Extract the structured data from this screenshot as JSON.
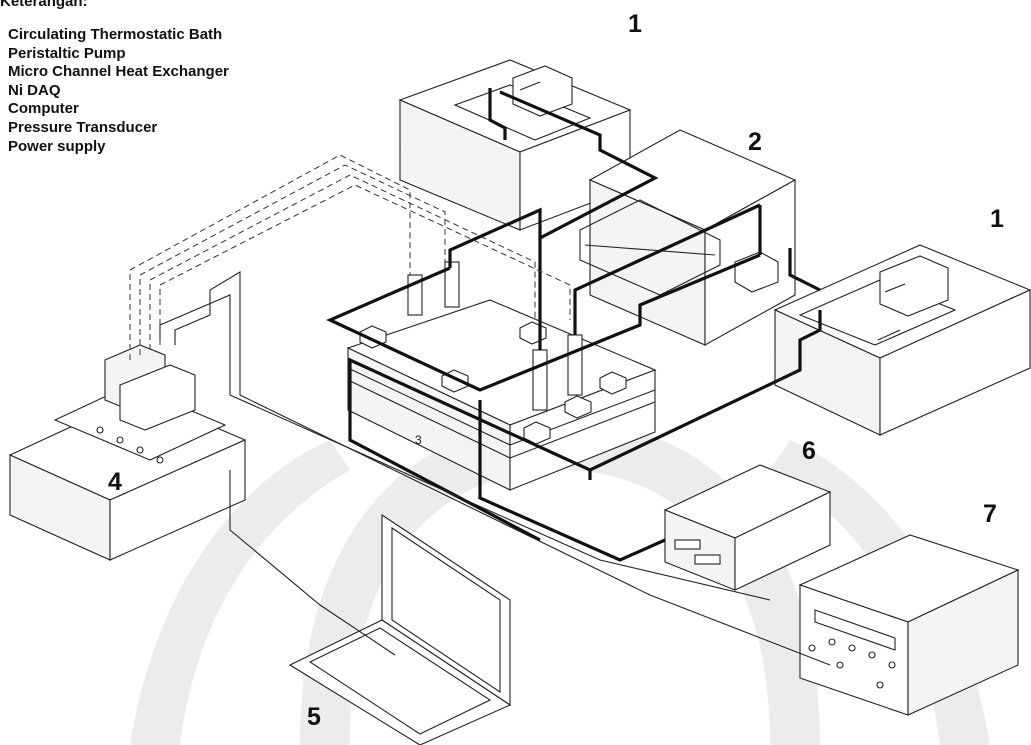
{
  "legend": {
    "title": "Keterangan:",
    "items": [
      {
        "label": "Circulating Thermostatic Bath"
      },
      {
        "label": "Peristaltic Pump"
      },
      {
        "label": "Micro Channel Heat Exchanger"
      },
      {
        "label": "Ni DAQ"
      },
      {
        "label": "Computer"
      },
      {
        "label": "Pressure Transducer"
      },
      {
        "label": "Power supply"
      }
    ]
  },
  "labels": {
    "bath_left": "1",
    "pump": "2",
    "bath_right": "1",
    "heat_exchanger": "3",
    "daq": "4",
    "computer": "5",
    "transducer": "6",
    "power_supply": "7"
  }
}
